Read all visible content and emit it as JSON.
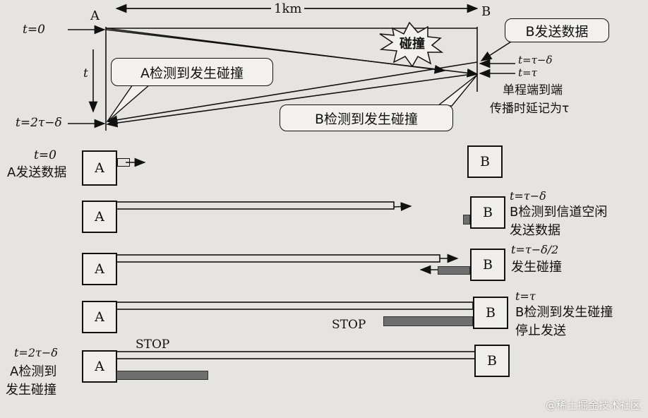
{
  "timing": {
    "node_a": "A",
    "node_b": "B",
    "distance": "1km",
    "t0": "t=0",
    "t_axis": "t",
    "t_2tau": "t=2τ−δ",
    "collision": "碰撞",
    "b_sends": "B发送数据",
    "t_tau_delta": "t=τ−δ",
    "t_tau": "t=τ",
    "a_detects": "A检测到发生碰撞",
    "b_detects": "B检测到发生碰撞",
    "note_line1": "单程端到端",
    "note_line2": "传播时延记为τ"
  },
  "steps": [
    {
      "box_a": "A",
      "box_b": "B",
      "time": "t=0",
      "caption": "A发送数据"
    },
    {
      "box_a": "A",
      "box_b": "B",
      "time": "t=τ−δ",
      "caption_1": "B检测到信道空闲",
      "caption_2": "发送数据"
    },
    {
      "box_a": "A",
      "box_b": "B",
      "time": "t=τ−δ/2",
      "caption": "发生碰撞"
    },
    {
      "box_a": "A",
      "box_b": "B",
      "time": "t=τ",
      "caption_1": "B检测到发生碰撞",
      "caption_2": "停止发送",
      "stop": "STOP"
    },
    {
      "box_a": "A",
      "box_b": "B",
      "time": "t=2τ−δ",
      "caption_1": "A检测到",
      "caption_2": "发生碰撞",
      "stop": "STOP"
    }
  ],
  "watermark": "@稀土掘金技术社区"
}
